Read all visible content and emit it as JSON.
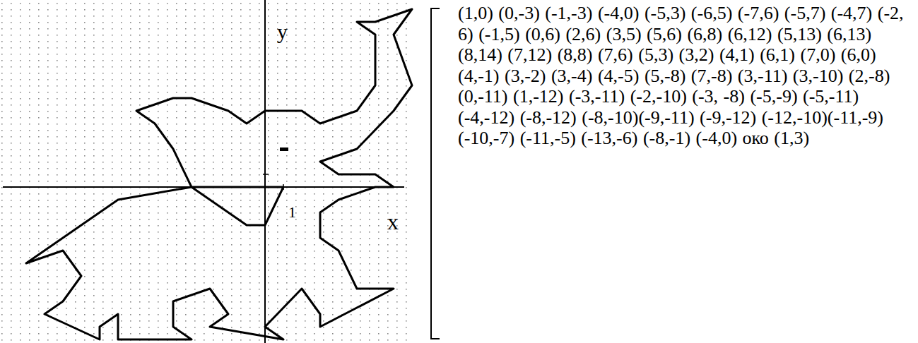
{
  "diagram": {
    "labels": [
      "y",
      "1",
      "x",
      "(1,0) (0,-3) (-1,-3) (-4,0) (-5,3) (-6,5) (-7,6) (-5,7) (-4,7) (-2, 6) (-1,5) (0,6) (2,6) (3,5) (5,6) (6,8) (6,12) (5,13) (6,13) (8,14) (7,12) (8,8) (7,6) (5,3) (3,2) (4,1) (6,1) (7,0) (6,0) (4,-1) (3,-2) (3,-4) (4,-5) (5,-8) (7,-8) (3,-11) (3,-10) (2,-8) (0,-11) (1,-12) (-3,-11) (-2,-10) (-3, -8) (-5,-9) (-5,-11) (-4,-12) (-8,-12) (-8,-10)(-9,-11) (-9,-12) (-12,-10)(-11,-9) (-10,-7) (-11,-5) (-13,-6) (-8,-1) (-4,0) око (1,3)"
    ]
  }
}
